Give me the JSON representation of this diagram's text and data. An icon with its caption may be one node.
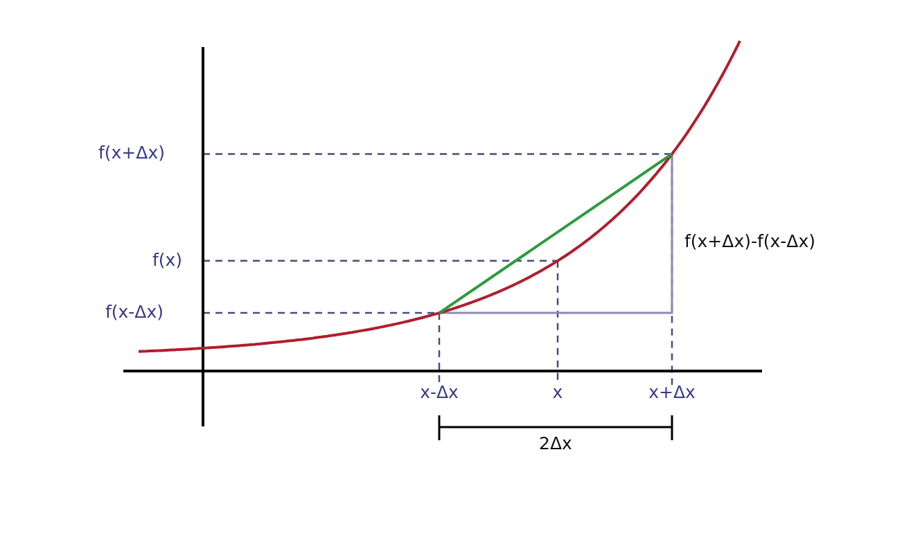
{
  "diagram": {
    "labels": [
      "f(x+Δx)",
      "f(x+Δx)-f(x-Δx)",
      "f(x)",
      "f(x-Δx)",
      "x-Δx",
      "x",
      "x+Δx",
      "2Δx"
    ]
  }
}
